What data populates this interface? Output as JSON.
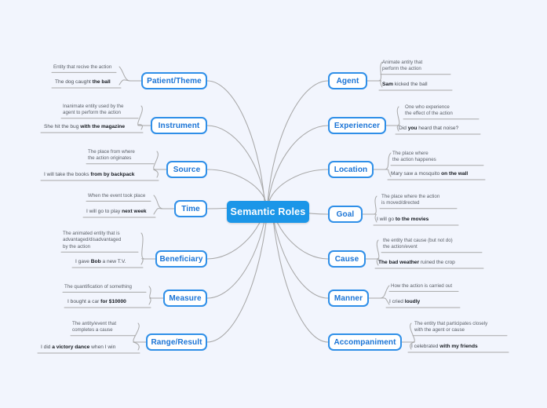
{
  "canvas": {
    "background": "#f2f5fd",
    "hub_color": "#1b96e8",
    "node_border_color": "#2f8fe8",
    "node_text_color": "#1a74d6",
    "link_color": "#a8a8a8"
  },
  "center": {
    "label": "Semantic Roles"
  },
  "left_branches": [
    {
      "label": "Patient/Theme",
      "description": "Entity that recive the action",
      "example_pre": "The dog caught ",
      "example_bold": "the ball",
      "example_post": ""
    },
    {
      "label": "Instrument",
      "description": "Inanimate entity used by the\nagent to perform the action",
      "example_pre": "She hit the bug ",
      "example_bold": "with the magazine",
      "example_post": ""
    },
    {
      "label": "Source",
      "description": "The place from where\nthe action originates",
      "example_pre": "I will take the books ",
      "example_bold": "from by backpack",
      "example_post": ""
    },
    {
      "label": "Time",
      "description": "When the event took place",
      "example_pre": "I will go to play ",
      "example_bold": "next week",
      "example_post": ""
    },
    {
      "label": "Beneficiary",
      "description": "The animated entity that is\nadvantaged/disadvantaged\nby the action",
      "example_pre": "I gave ",
      "example_bold": "Bob",
      "example_post": " a new T.V."
    },
    {
      "label": "Measure",
      "description": "The quantification of something",
      "example_pre": "I bought a car ",
      "example_bold": "for $10000",
      "example_post": ""
    },
    {
      "label": "Range/Result",
      "description": "The antity/event that\ncompletes a cause",
      "example_pre": "I did ",
      "example_bold": "a victory dance",
      "example_post": " when I win"
    }
  ],
  "right_branches": [
    {
      "label": "Agent",
      "description": "Animate antity that\nperform the action",
      "example_pre": "",
      "example_bold": "Sam",
      "example_post": " kicked the ball"
    },
    {
      "label": "Experiencer",
      "description": "One who experience\nthe effect of the action",
      "example_pre": "Did ",
      "example_bold": "you",
      "example_post": " heard that noise?"
    },
    {
      "label": "Location",
      "description": "The place where\nthe action happenes",
      "example_pre": "Mary saw a mosquito ",
      "example_bold": "on the wall",
      "example_post": ""
    },
    {
      "label": "Goal",
      "description": "The place where the action\nis moved/directed",
      "example_pre": "I will go ",
      "example_bold": "to the movies",
      "example_post": ""
    },
    {
      "label": "Cause",
      "description": "the entity that cause (but not do)\nthe action/event",
      "example_pre": "",
      "example_bold": "The bad weather",
      "example_post": " ruined the crop"
    },
    {
      "label": "Manner",
      "description": "How the action is carried out",
      "example_pre": "I cried ",
      "example_bold": "loudly",
      "example_post": ""
    },
    {
      "label": "Accompaniment",
      "description": "The entity that participates closely\nwith the agent or cause",
      "example_pre": "I celebrated ",
      "example_bold": "with my friends",
      "example_post": ""
    }
  ]
}
